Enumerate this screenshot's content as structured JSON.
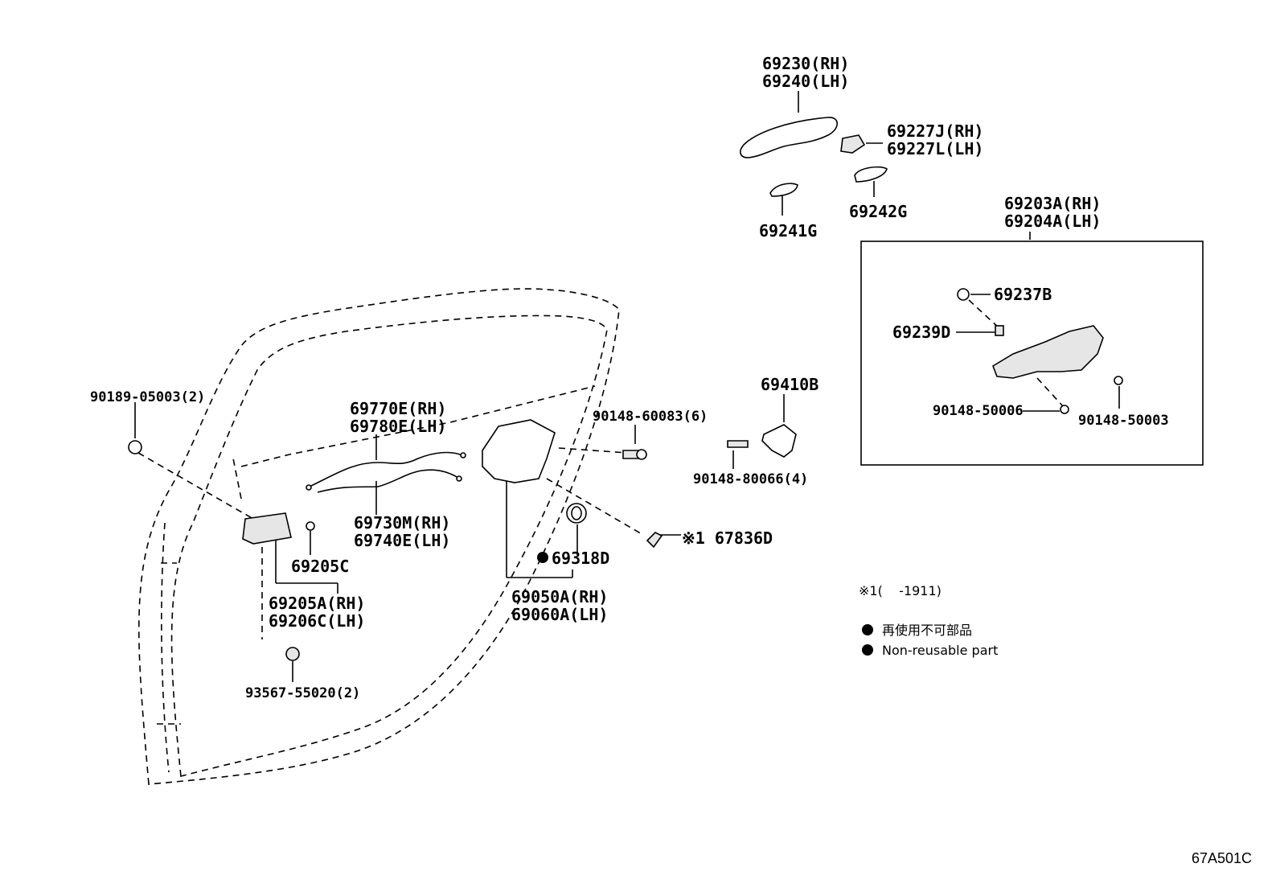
{
  "labels": {
    "p69230": "69230(RH)",
    "p69240": "69240(LH)",
    "p69227J": "69227J(RH)",
    "p69227L": "69227L(LH)",
    "p69242G": "69242G",
    "p69241G": "69241G",
    "p69203A": "69203A(RH)",
    "p69204A": "69204A(LH)",
    "p69237B": "69237B",
    "p69239D": "69239D",
    "p90148_50006": "90148-50006",
    "p90148_50003": "90148-50003",
    "p69410B": "69410B",
    "p90148_60083": "90148-60083(6)",
    "p90148_80066": "90148-80066(4)",
    "p67836D": "※1 67836D",
    "p90189": "90189-05003(2)",
    "p69770E": "69770E(RH)",
    "p69780E": "69780E(LH)",
    "p69730M": "69730M(RH)",
    "p69740E": "69740E(LH)",
    "p69318D": "69318D",
    "p69205C": "69205C",
    "p69205A": "69205A(RH)",
    "p69206C": "69206C(LH)",
    "p69050A": "69050A(RH)",
    "p69060A": "69060A(LH)",
    "p93567": "93567-55020(2)"
  },
  "notes": {
    "remark1": "※1(    -1911)",
    "legend_jp": "再使用不可部品",
    "legend_en": "Non-reusable part"
  },
  "diagram_code": "67A501C"
}
